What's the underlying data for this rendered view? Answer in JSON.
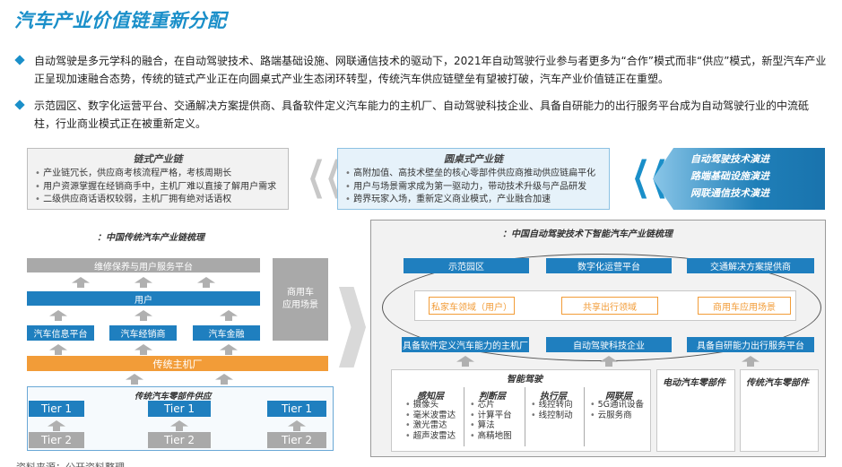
{
  "title": "汽车产业价值链重新分配",
  "bullets": [
    "自动驾驶是多元学科的融合，在自动驾驶技术、路端基础设施、网联通信技术的驱动下，2021年自动驾驶行业参与者更多为“合作”模式而非“供应”模式，新型汽车产业正呈现加速融合态势，传统的链式产业正在向圆桌式产业生态闭环转型，传统汽车供应链壁垒有望被打破，汽车产业价值链正在重塑。",
    "示范园区、数字化运营平台、交通解决方案提供商、具备软件定义汽车能力的主机厂、自动驾驶科技企业、具备自研能力的出行服务平台成为自动驾驶行业的中流砥柱，行业商业模式正在被重新定义。"
  ],
  "chain_box": {
    "title": "链式产业链",
    "items": [
      "产业链冗长，供应商考核流程严格，考核周期长",
      "用户资源掌握在经销商手中，主机厂难以直接了解用户需求",
      "二级供应商话语权较弱，主机厂拥有绝对话语权"
    ]
  },
  "round_box": {
    "title": "圆桌式产业链",
    "items": [
      "高附加值、高技术壁垒的核心零部件供应商推动供应链扁平化",
      "用户与场景需求成为第一驱动力，带动技术升级与产品研发",
      "跨界玩家入场，重新定义商业模式，产业融合加速"
    ]
  },
  "chevrons": "❮❮",
  "drivers": [
    "自动驾驶技术演进",
    "路端基础设施演进",
    "网联通信技术演进"
  ],
  "left_diagram": {
    "title": "：中国传统汽车产业链梳理",
    "service": "维修保养与用户服务平台",
    "user": "用户",
    "platforms": [
      "汽车信息平台",
      "汽车经销商",
      "汽车金融"
    ],
    "commercial": "商用车\n应用场景",
    "oem": "传统主机厂",
    "supply_title": "传统汽车零部件供应",
    "tier1": "Tier 1",
    "tier2": "Tier 2"
  },
  "right_diagram": {
    "title": "：中国自动驾驶技术下智能汽车产业链梳理",
    "top_row": [
      "示范园区",
      "数字化运营平台",
      "交通解决方案提供商"
    ],
    "middle_row": [
      "私家车领域（用户）",
      "共享出行领域",
      "商用车应用场景"
    ],
    "bottom_row": [
      "具备软件定义汽车能力的主机厂",
      "自动驾驶科技企业",
      "具备自研能力出行服务平台"
    ],
    "smart_driving": "智能驾驶",
    "layers": [
      {
        "title": "感知层",
        "items": [
          "摄像头",
          "毫米波雷达",
          "激光雷达",
          "超声波雷达"
        ]
      },
      {
        "title": "判断层",
        "items": [
          "芯片",
          "计算平台",
          "算法",
          "高精地图"
        ]
      },
      {
        "title": "执行层",
        "items": [
          "线控转向",
          "线控制动"
        ]
      },
      {
        "title": "网联层",
        "items": [
          "5G通讯设备",
          "云服务商"
        ]
      }
    ],
    "ev_parts": "电动汽车零部件",
    "traditional_parts": "传统汽车零部件"
  },
  "source": "资料来源：公开资料整理"
}
